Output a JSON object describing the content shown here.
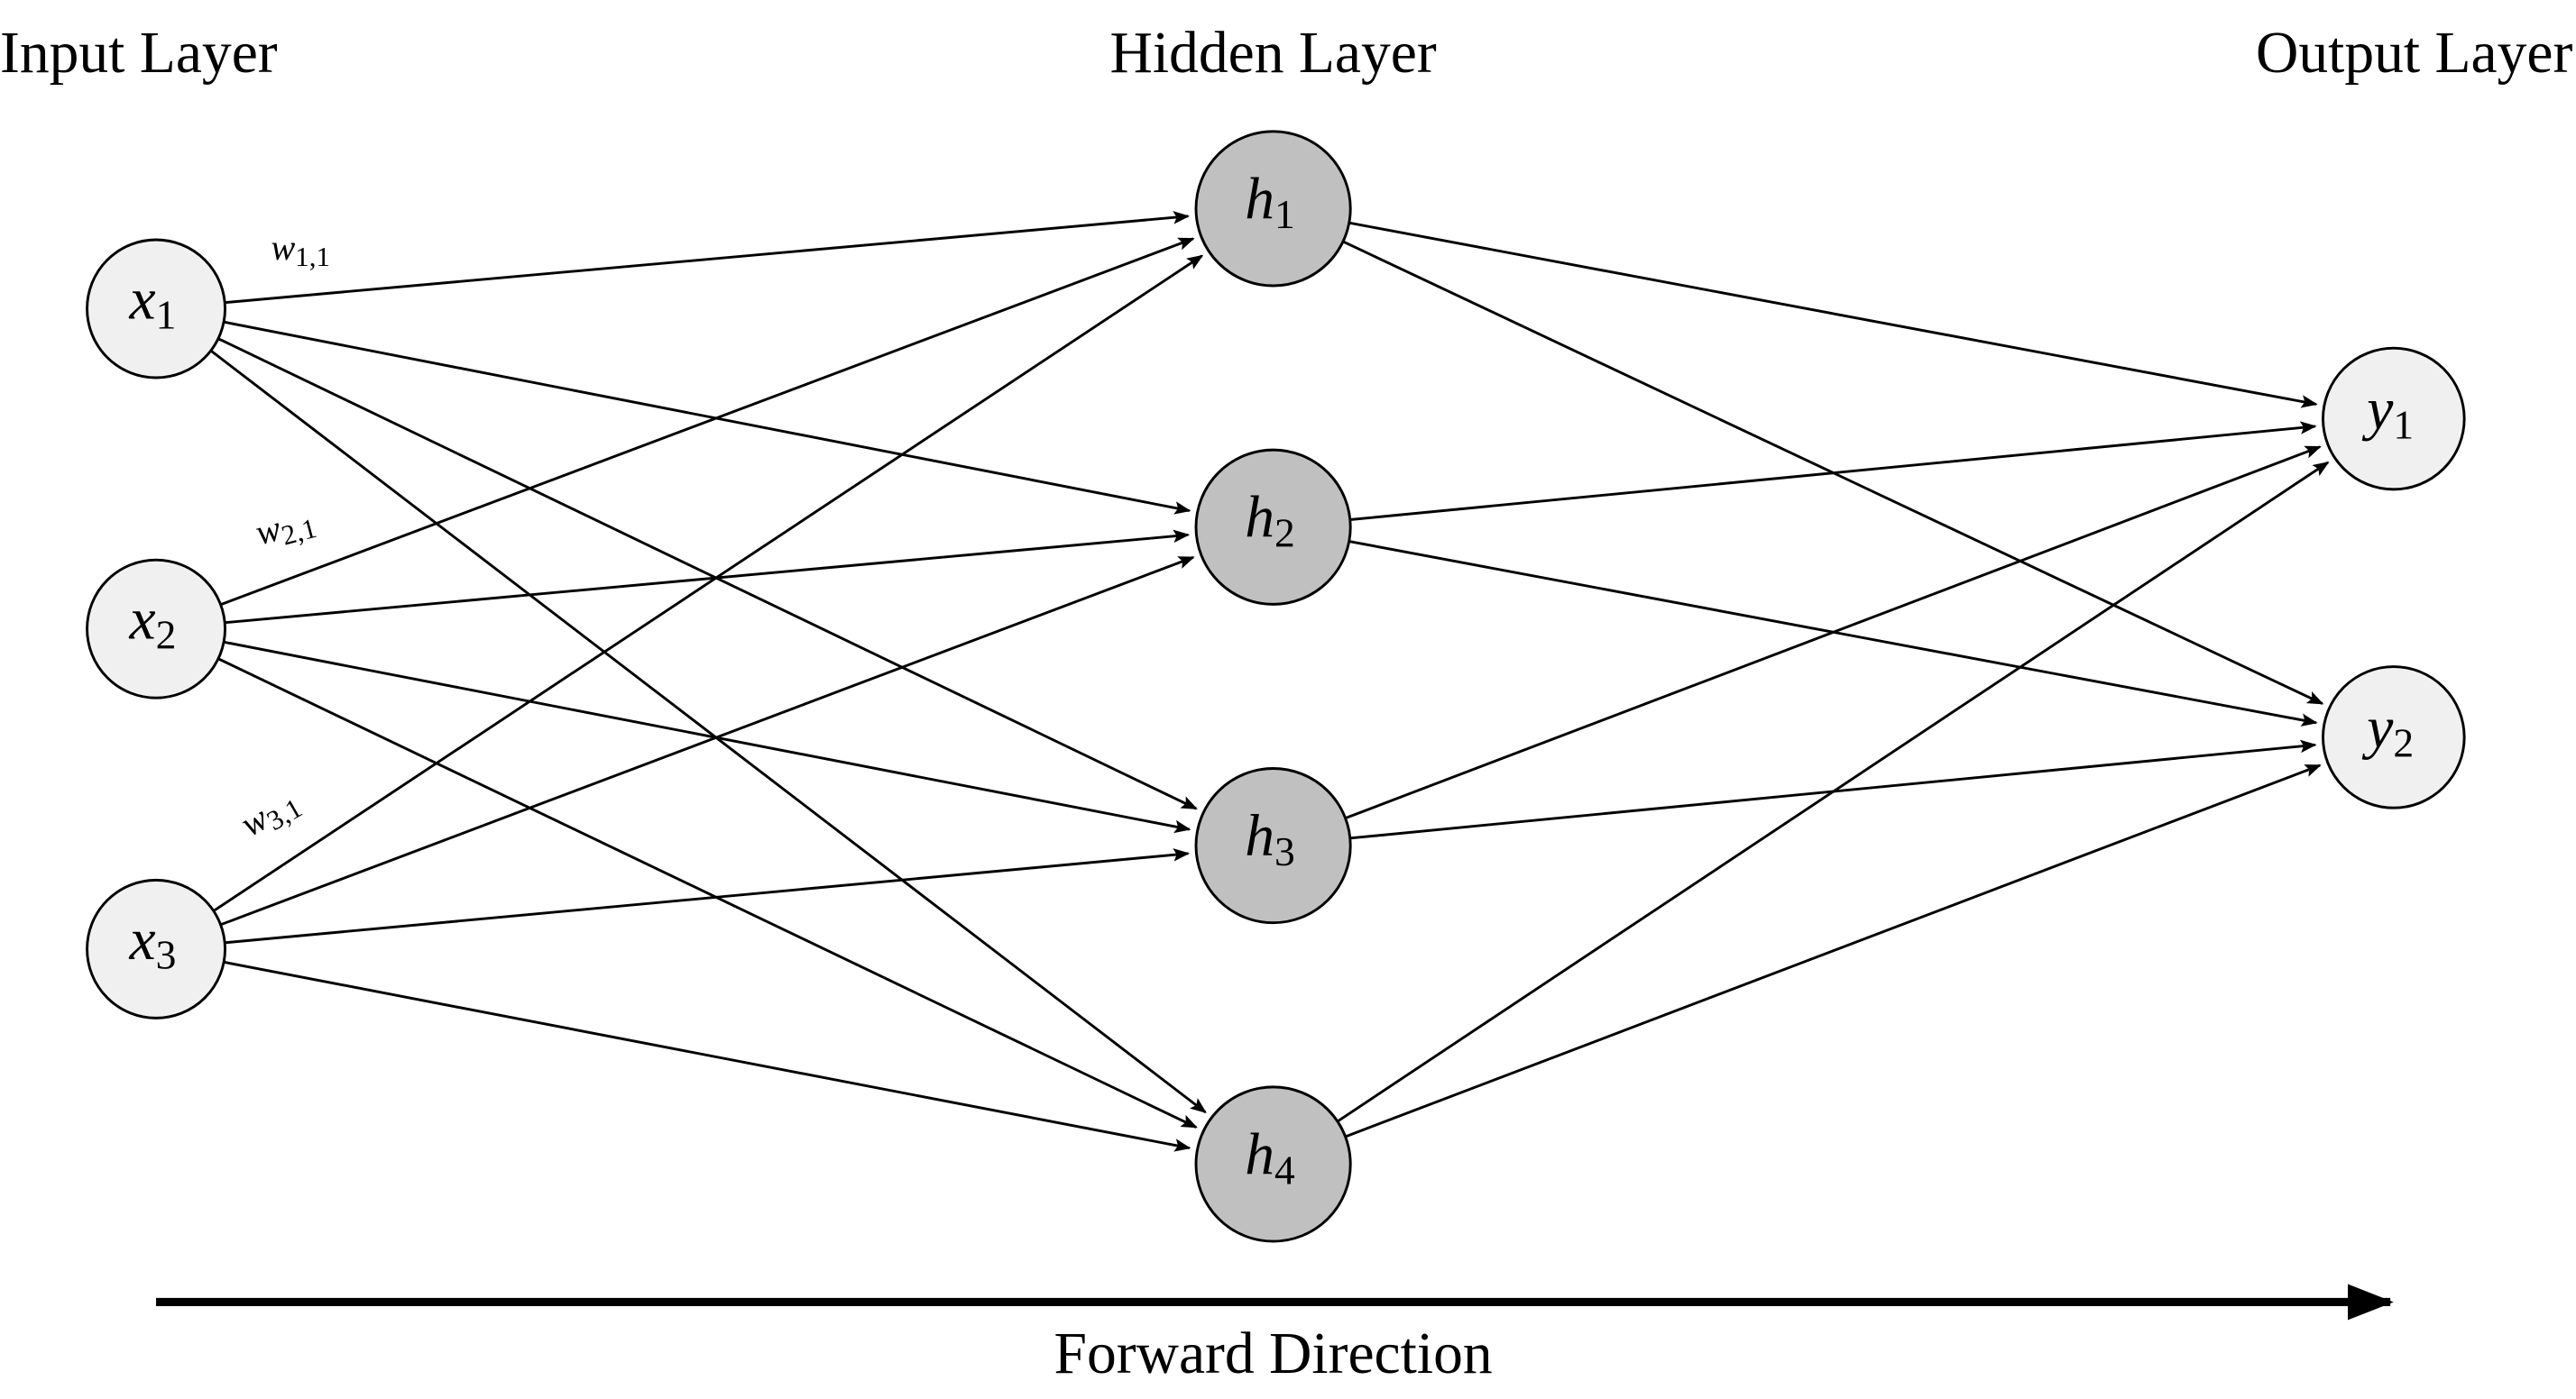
{
  "layers": {
    "input": {
      "title": "Input Layer",
      "nodes": [
        {
          "var": "x",
          "sub": "1"
        },
        {
          "var": "x",
          "sub": "2"
        },
        {
          "var": "x",
          "sub": "3"
        }
      ],
      "fill": "#f0f0f0"
    },
    "hidden": {
      "title": "Hidden Layer",
      "nodes": [
        {
          "var": "h",
          "sub": "1"
        },
        {
          "var": "h",
          "sub": "2"
        },
        {
          "var": "h",
          "sub": "3"
        },
        {
          "var": "h",
          "sub": "4"
        }
      ],
      "fill": "#c0c0c0"
    },
    "output": {
      "title": "Output Layer",
      "nodes": [
        {
          "var": "y",
          "sub": "1"
        },
        {
          "var": "y",
          "sub": "2"
        }
      ],
      "fill": "#f0f0f0"
    }
  },
  "weights": [
    {
      "var": "w",
      "sub": "1,1"
    },
    {
      "var": "w",
      "sub": "2,1"
    },
    {
      "var": "w",
      "sub": "3,1"
    }
  ],
  "direction_label": "Forward Direction",
  "connectivity": "fully-connected"
}
